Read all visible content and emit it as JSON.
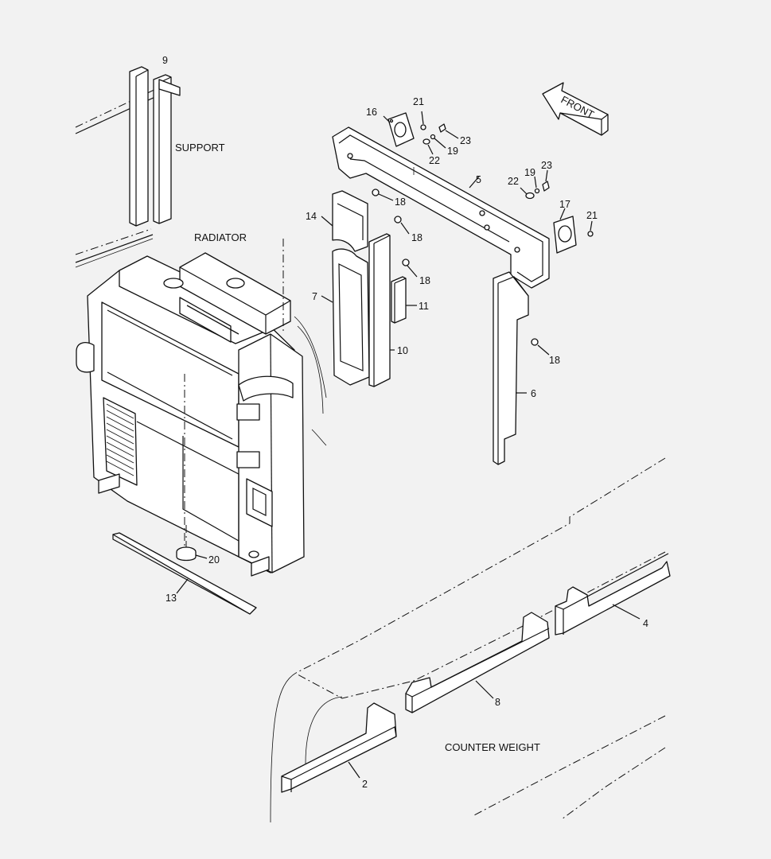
{
  "captions": {
    "support": "SUPPORT",
    "radiator": "RADIATOR",
    "counter_weight": "COUNTER WEIGHT",
    "front": "FRONT"
  },
  "callouts": {
    "n2": "2",
    "n4": "4",
    "n5": "5",
    "n6": "6",
    "n7": "7",
    "n8": "8",
    "n9": "9",
    "n10": "10",
    "n11": "11",
    "n13": "13",
    "n14": "14",
    "n16": "16",
    "n17": "17",
    "n18a": "18",
    "n18b": "18",
    "n18c": "18",
    "n18d": "18",
    "n19a": "19",
    "n19b": "19",
    "n20": "20",
    "n21a": "21",
    "n21b": "21",
    "n22a": "22",
    "n22b": "22",
    "n23a": "23",
    "n23b": "23"
  }
}
